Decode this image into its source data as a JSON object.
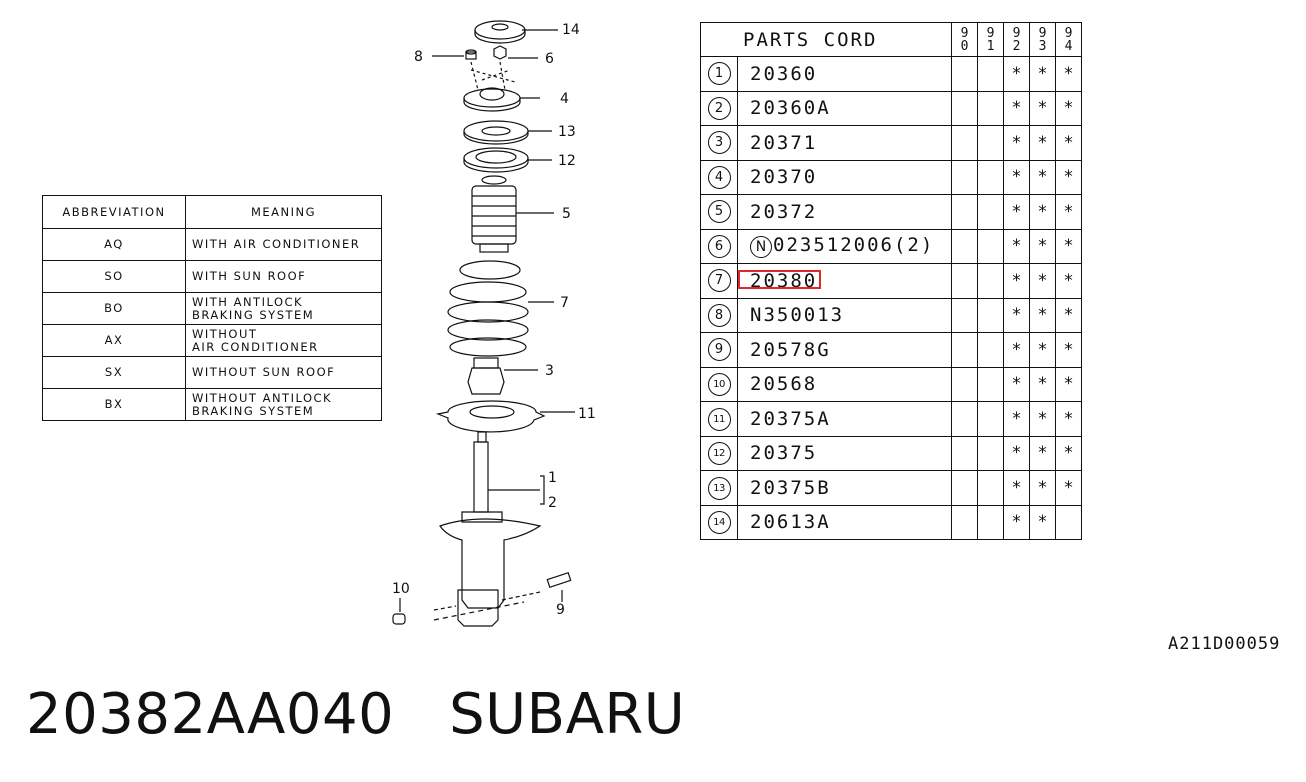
{
  "abbreviation_table": {
    "headers": [
      "ABBREVIATION",
      "MEANING"
    ],
    "rows": [
      {
        "abbr": "AQ",
        "meaning": "WITH AIR CONDITIONER"
      },
      {
        "abbr": "SO",
        "meaning": "WITH SUN ROOF"
      },
      {
        "abbr": "BO",
        "meaning": "WITH ANTILOCK\nBRAKING SYSTEM"
      },
      {
        "abbr": "AX",
        "meaning": "WITHOUT\nAIR CONDITIONER"
      },
      {
        "abbr": "SX",
        "meaning": "WITHOUT SUN ROOF"
      },
      {
        "abbr": "BX",
        "meaning": "WITHOUT ANTILOCK\nBRAKING SYSTEM"
      }
    ]
  },
  "parts_table": {
    "header": "PARTS CORD",
    "years": [
      "90",
      "91",
      "92",
      "93",
      "94"
    ],
    "rows": [
      {
        "num": "1",
        "code": "20360",
        "marks": [
          "",
          "",
          "*",
          "*",
          "*"
        ]
      },
      {
        "num": "2",
        "code": "20360A",
        "marks": [
          "",
          "",
          "*",
          "*",
          "*"
        ]
      },
      {
        "num": "3",
        "code": "20371",
        "marks": [
          "",
          "",
          "*",
          "*",
          "*"
        ]
      },
      {
        "num": "4",
        "code": "20370",
        "marks": [
          "",
          "",
          "*",
          "*",
          "*"
        ]
      },
      {
        "num": "5",
        "code": "20372",
        "marks": [
          "",
          "",
          "*",
          "*",
          "*"
        ]
      },
      {
        "num": "6",
        "code": "023512006(2)",
        "prefix": "N",
        "marks": [
          "",
          "",
          "*",
          "*",
          "*"
        ]
      },
      {
        "num": "7",
        "code": "20380",
        "marks": [
          "",
          "",
          "*",
          "*",
          "*"
        ],
        "highlighted": true
      },
      {
        "num": "8",
        "code": "N350013",
        "marks": [
          "",
          "",
          "*",
          "*",
          "*"
        ]
      },
      {
        "num": "9",
        "code": "20578G",
        "marks": [
          "",
          "",
          "*",
          "*",
          "*"
        ]
      },
      {
        "num": "10",
        "code": "20568",
        "marks": [
          "",
          "",
          "*",
          "*",
          "*"
        ]
      },
      {
        "num": "11",
        "code": "20375A",
        "marks": [
          "",
          "",
          "*",
          "*",
          "*"
        ]
      },
      {
        "num": "12",
        "code": "20375",
        "marks": [
          "",
          "",
          "*",
          "*",
          "*"
        ]
      },
      {
        "num": "13",
        "code": "20375B",
        "marks": [
          "",
          "",
          "*",
          "*",
          "*"
        ]
      },
      {
        "num": "14",
        "code": "20613A",
        "marks": [
          "",
          "",
          "*",
          "*",
          ""
        ]
      }
    ]
  },
  "diagram": {
    "callouts": [
      "14",
      "8",
      "6",
      "4",
      "13",
      "12",
      "5",
      "7",
      "3",
      "11",
      "1",
      "2",
      "10",
      "9"
    ]
  },
  "reference_code": "A211D00059",
  "caption": {
    "part_number": "20382AA040",
    "brand": "SUBARU"
  },
  "colors": {
    "highlight": "#e0282a",
    "ink": "#111111"
  }
}
